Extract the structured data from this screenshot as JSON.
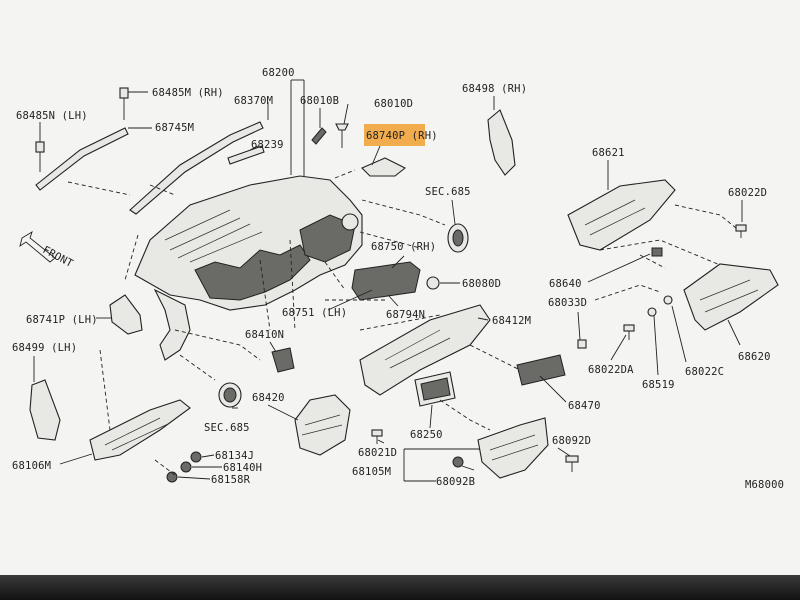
{
  "diagram": {
    "drawing_code": "M68000",
    "front_label": "FRONT",
    "highlight_color": "#f0a030",
    "labels": {
      "p68200": "68200",
      "p68485M": "68485M (RH)",
      "p68370M": "68370M",
      "p68010B": "68010B",
      "p68010D": "68010D",
      "p68498": "68498 (RH)",
      "p68485N": "68485N (LH)",
      "p68745M": "68745M",
      "p68740P": "68740P (RH)",
      "p68239": "68239",
      "p68621": "68621",
      "p68022D": "68022D",
      "sec685a": "SEC.685",
      "p68750": "68750 (RH)",
      "p68080D": "68080D",
      "p68640": "68640",
      "p68033D": "68033D",
      "p68741P": "68741P (LH)",
      "p68751": "68751 (LH)",
      "p68794N": "68794N",
      "p68412M": "68412M",
      "p68410N": "68410N",
      "p68499": "68499 (LH)",
      "p68022DA": "68022DA",
      "p68519": "68519",
      "p68022C": "68022C",
      "p68620": "68620",
      "sec685b": "SEC.685",
      "p68420": "68420",
      "p68470": "68470",
      "p68250": "68250",
      "p68106M": "68106M",
      "p68134J": "68134J",
      "p68140H": "68140H",
      "p68158R": "68158R",
      "p68021D": "68021D",
      "p68092D": "68092D",
      "p68105M": "68105M",
      "p68092B": "68092B"
    }
  }
}
